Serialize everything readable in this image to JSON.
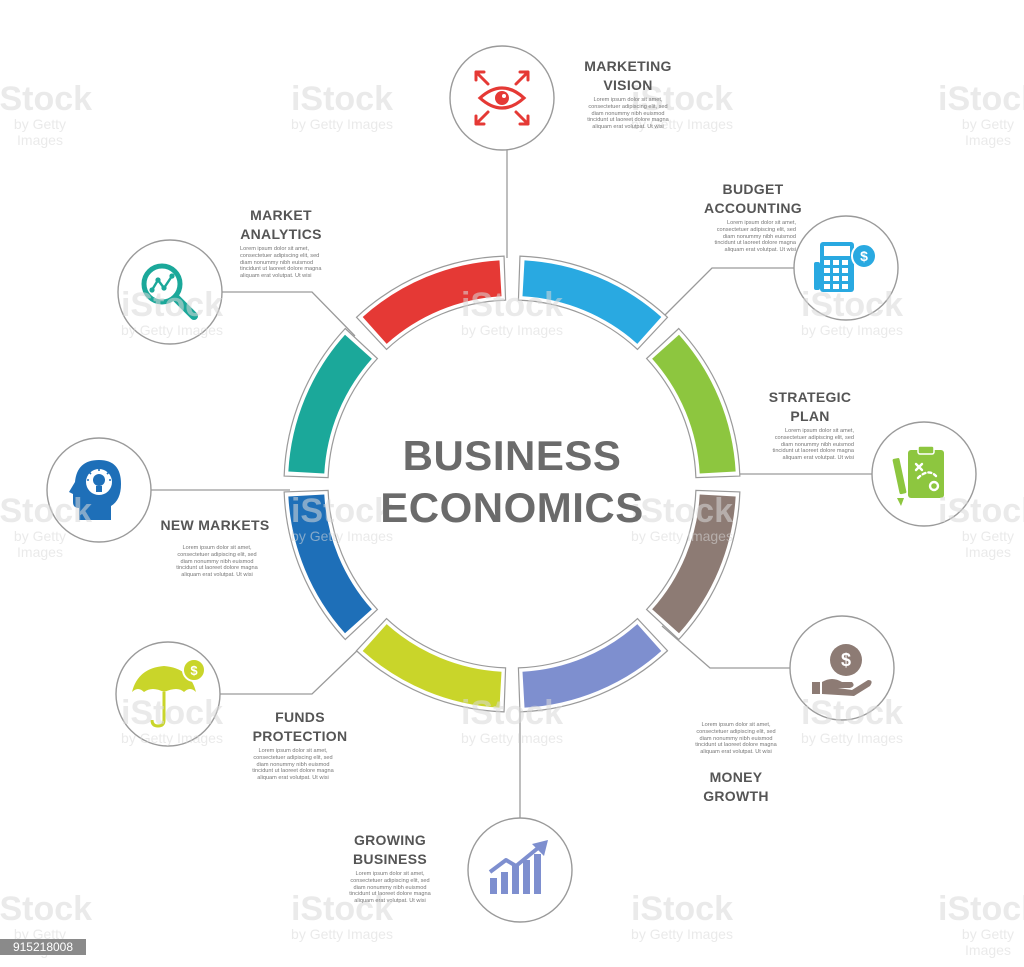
{
  "title": {
    "line1": "BUSINESS",
    "line2": "ECONOMICS"
  },
  "body_text": "Lorem ipsum dolor sit amet, consectetuer adipiscing elit, sed diam nonummy nibh euismod tincidunt ut laoreet dolore magna aliquam erat volutpat. Ut wisi",
  "watermark": {
    "brand": "iStock",
    "credit": "by Getty Images"
  },
  "stock_id": "915218008",
  "colors": {
    "marketing_vision": "#e53935",
    "budget_accounting": "#29a9e1",
    "strategic_plan": "#8dc63f",
    "money_growth": "#8d7b74",
    "growing_business": "#7e8fcf",
    "funds_protection": "#c9d52a",
    "new_markets": "#1e6fb8",
    "market_analytics": "#1ba89a",
    "text": "#555555",
    "outline": "#9a9a9a"
  },
  "items": {
    "marketing_vision": {
      "line1": "MARKETING",
      "line2": "VISION",
      "icon": "eye-arrows-icon"
    },
    "budget_accounting": {
      "line1": "BUDGET",
      "line2": "ACCOUNTING",
      "icon": "calculator-dollar-icon"
    },
    "strategic_plan": {
      "line1": "STRATEGIC",
      "line2": "PLAN",
      "icon": "clipboard-plan-icon"
    },
    "money_growth": {
      "line1": "MONEY",
      "line2": "GROWTH",
      "icon": "hand-coin-icon"
    },
    "growing_business": {
      "line1": "GROWING",
      "line2": "BUSINESS",
      "icon": "bar-chart-arrow-icon"
    },
    "funds_protection": {
      "line1": "FUNDS",
      "line2": "PROTECTION",
      "icon": "umbrella-dollar-icon"
    },
    "new_markets": {
      "line1": "NEW MARKETS",
      "icon": "head-lightbulb-icon"
    },
    "market_analytics": {
      "line1": "MARKET",
      "line2": "ANALYTICS",
      "icon": "magnifier-analytics-icon"
    }
  }
}
